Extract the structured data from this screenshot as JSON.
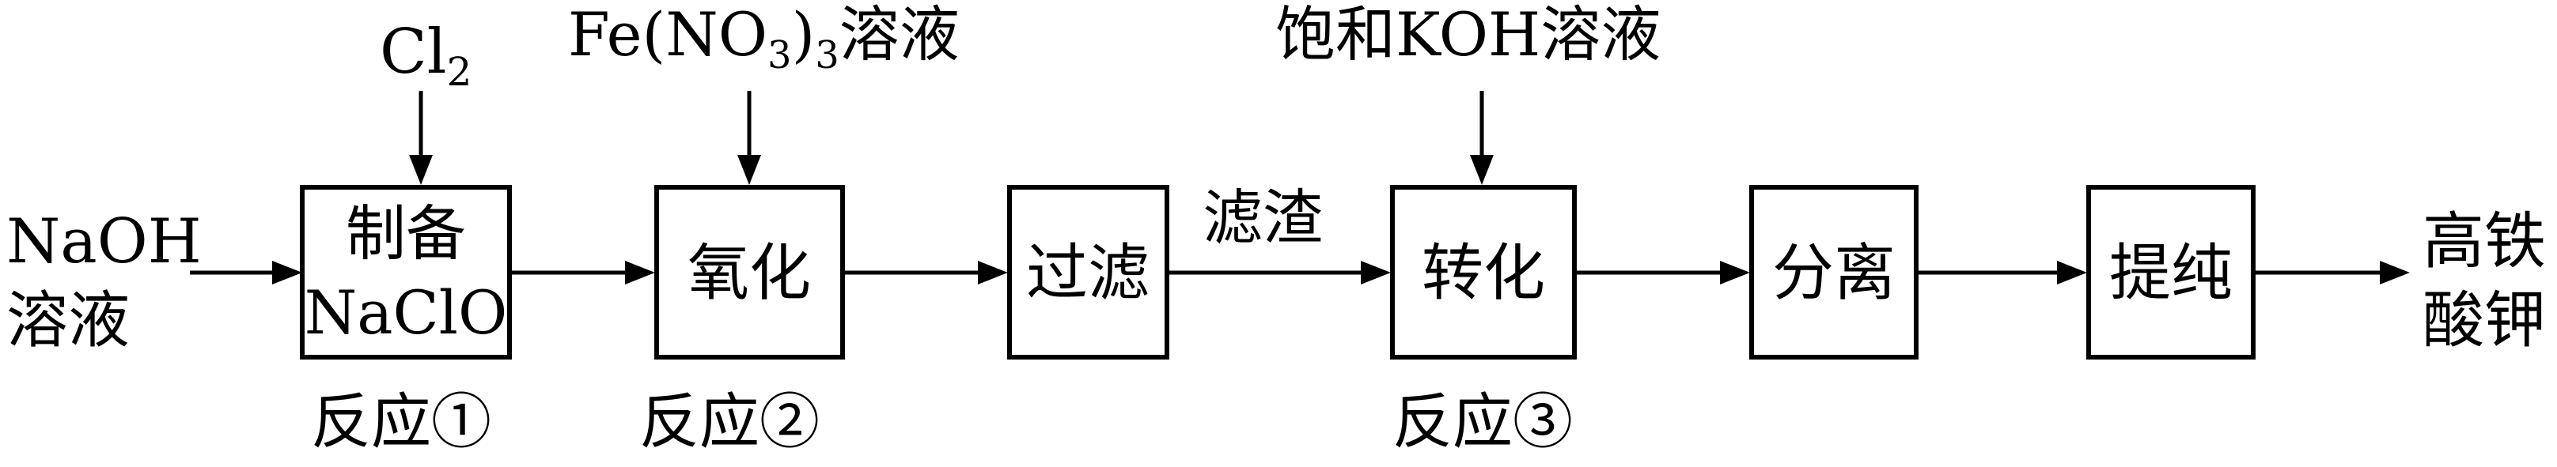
{
  "inputs": {
    "naoh_line1": "NaOH",
    "naoh_line2": "溶液",
    "cl2_main": "Cl",
    "cl2_sub": "2",
    "fe_prefix": "Fe(NO",
    "fe_sub3a": "3",
    "fe_paren": ")",
    "fe_sub3b": "3",
    "fe_suffix": "溶液",
    "koh": "饱和KOH溶液"
  },
  "boxes": {
    "prep_line1": "制备",
    "prep_line2": "NaClO",
    "oxidize": "氧化",
    "filter": "过滤",
    "convert": "转化",
    "separate": "分离",
    "purify": "提纯"
  },
  "arrow_labels": {
    "residue": "滤渣"
  },
  "reactions": {
    "r1": "反应①",
    "r2": "反应②",
    "r3": "反应③"
  },
  "output": {
    "line1": "高铁",
    "line2": "酸钾"
  }
}
